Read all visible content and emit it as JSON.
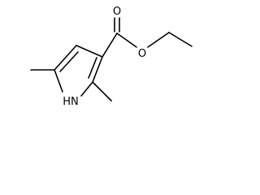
{
  "molecule": {
    "labels": {
      "carbonyl_oxygen": "O",
      "ester_oxygen": "O",
      "ring_nitrogen": "HN"
    }
  },
  "colors": {
    "background": "#ffffff",
    "bond": "#000000",
    "label": "#000000"
  }
}
